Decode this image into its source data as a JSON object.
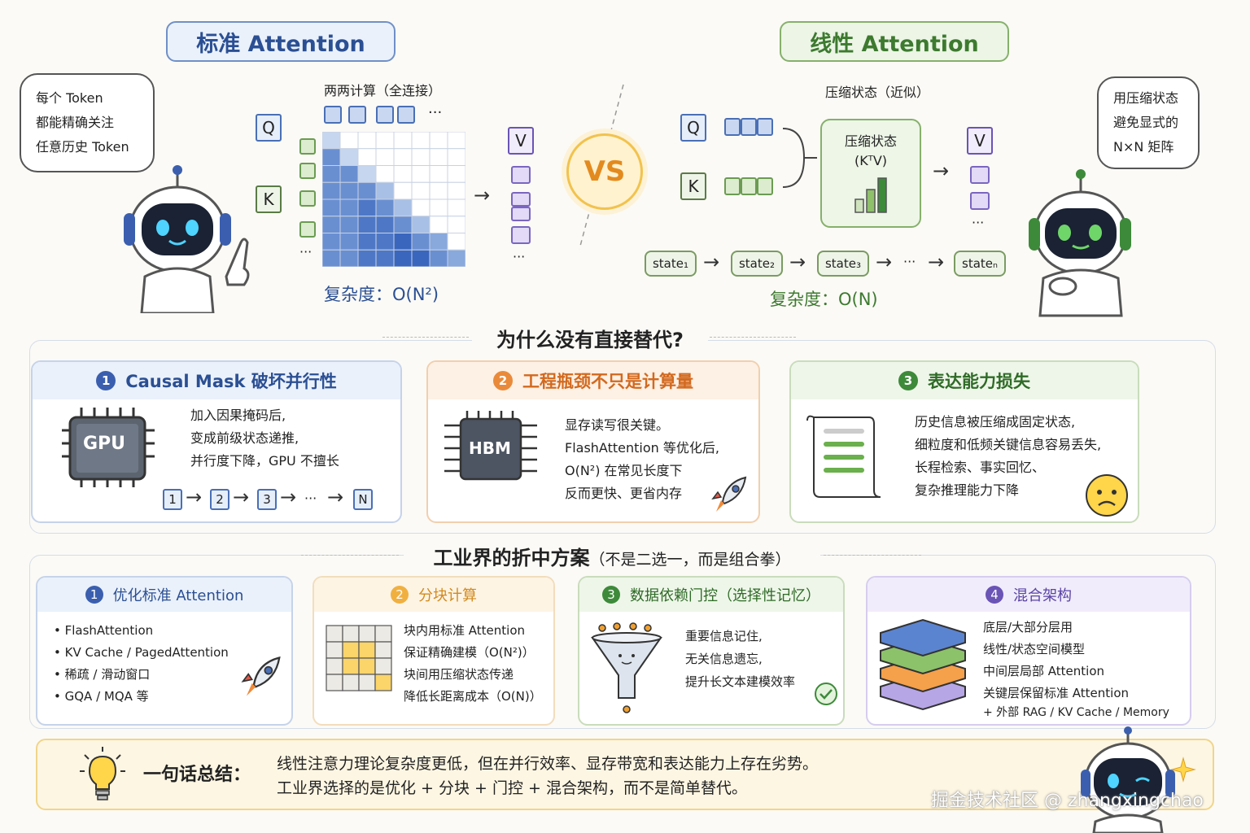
{
  "top": {
    "std_title": "标准 Attention",
    "lin_title": "线性 Attention",
    "vs": "VS",
    "left_bubble": [
      "每个 Token",
      "都能精确关注",
      "任意历史 Token"
    ],
    "right_bubble": [
      "用压缩状态",
      "避免显式的",
      "N×N 矩阵"
    ],
    "pairwise_label": "两两计算（全连接）",
    "compress_label": "压缩状态（近似）",
    "q": "Q",
    "k": "K",
    "v": "V",
    "dots": "···",
    "compress_box_title": "压缩状态",
    "compress_box_formula": "(KᵀV)",
    "std_complexity": "复杂度：O(N²)",
    "lin_complexity": "复杂度：O(N)",
    "states": [
      "state₁",
      "state₂",
      "state₃",
      "stateₙ"
    ]
  },
  "why": {
    "title": "为什么没有直接替代?",
    "cards": [
      {
        "num": "1",
        "title": "Causal Mask 破坏并行性",
        "lines": [
          "加入因果掩码后,",
          "变成前级状态递推,",
          "并行度下降，GPU 不擅长"
        ],
        "icon_label": "GPU",
        "chain": [
          "1",
          "2",
          "3",
          "N"
        ]
      },
      {
        "num": "2",
        "title": "工程瓶颈不只是计算量",
        "lines": [
          "显存读写很关键。",
          "FlashAttention 等优化后,",
          "O(N²)  在常见长度下",
          "反而更快、更省内存"
        ],
        "icon_label": "HBM"
      },
      {
        "num": "3",
        "title": "表达能力损失",
        "lines": [
          "历史信息被压缩成固定状态,",
          "细粒度和低频关键信息容易丢失,",
          "长程检索、事实回忆、",
          "复杂推理能力下降"
        ]
      }
    ]
  },
  "industry": {
    "title": "工业界的折中方案",
    "subtitle": "（不是二选一，而是组合拳）",
    "cards": [
      {
        "num": "1",
        "title": "优化标准 Attention",
        "lines": [
          "•  FlashAttention",
          "•  KV Cache / PagedAttention",
          "•  稀疏 / 滑动窗口",
          "•  GQA / MQA 等"
        ]
      },
      {
        "num": "2",
        "title": "分块计算",
        "lines": [
          "块内用标准 Attention",
          "保证精确建模（O(N²)）",
          "块间用压缩状态传递",
          "降低长距离成本（O(N)）"
        ]
      },
      {
        "num": "3",
        "title": "数据依赖门控（选择性记忆）",
        "lines": [
          "重要信息记住,",
          "无关信息遗忘,",
          "提升长文本建模效率"
        ]
      },
      {
        "num": "4",
        "title": "混合架构",
        "lines": [
          "底层/大部分层用",
          "线性/状态空间模型",
          "中间层局部 Attention",
          "关键层保留标准 Attention",
          "+ 外部 RAG / KV Cache / Memory"
        ]
      }
    ]
  },
  "summary": {
    "label": "一句话总结：",
    "lines": [
      "线性注意力理论复杂度更低，但在并行效率、显存带宽和表达能力上存在劣势。",
      "工业界选择的是优化 + 分块 + 门控 + 混合架构，而不是简单替代。"
    ]
  },
  "watermark": "掘金技术社区 @ zhangxingchao",
  "colors": {
    "blue": "#3b5fae",
    "green": "#3d8a3a",
    "orange": "#e07a2a",
    "purple": "#6a54b5"
  }
}
